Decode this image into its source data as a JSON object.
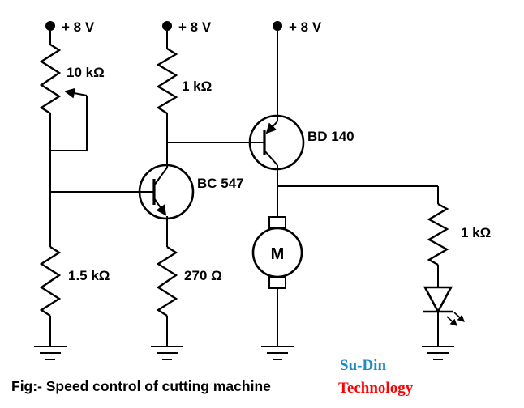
{
  "supplies": {
    "s1": "+ 8 V",
    "s2": "+ 8 V",
    "s3": "+ 8 V"
  },
  "components": {
    "potentiometer": "10  kΩ",
    "resistor_base_lower": "1.5 kΩ",
    "resistor_collector": "1 kΩ",
    "resistor_emitter": "270 Ω",
    "transistor_npn": "BC 547",
    "transistor_pnp": "BD 140",
    "motor": "M",
    "resistor_led": "1  kΩ"
  },
  "caption": "Fig:- Speed control of cutting machine",
  "brand": {
    "line1": "Su-Din",
    "line2": "Technology"
  },
  "colors": {
    "line": "#000000",
    "brand_line1": "#1d8ac8",
    "brand_line2": "#ff0000"
  }
}
